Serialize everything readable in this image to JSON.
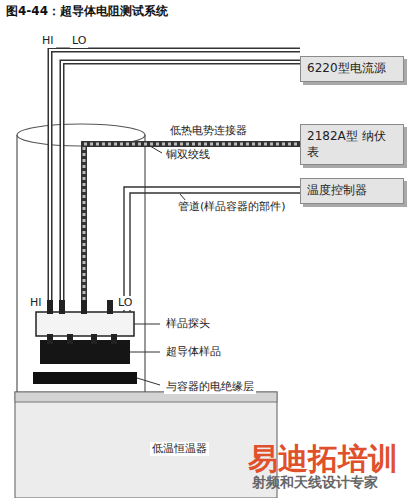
{
  "diagram": {
    "title": "图4-44：超导体电阻测试系统",
    "nodes": [
      {
        "text": [
          "6220型电流源"
        ]
      },
      {
        "text": [
          "2182A型 纳伏表"
        ]
      },
      {
        "text": [
          "温度控制器"
        ]
      }
    ],
    "labels": [
      "HI",
      "LO",
      "低热电势连接器",
      "铜双绞线",
      "管道(样品容器的部件)",
      "HI",
      "LO",
      "样品探头",
      "超导体样品",
      "与容器的电绝缘层",
      "低温恒温器",
      "易迪拓培训",
      "射频和天线设计专家"
    ]
  }
}
